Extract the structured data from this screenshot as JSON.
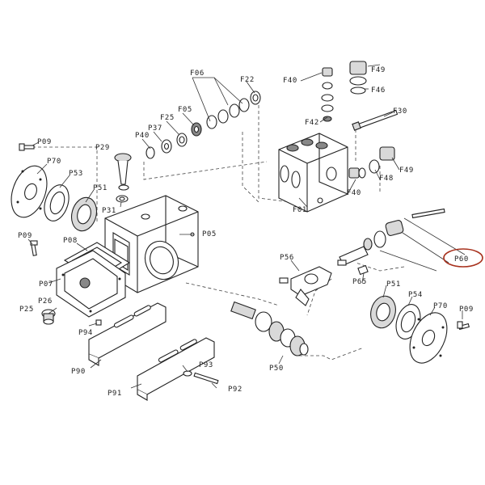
{
  "highlight_color": "#a8321e",
  "labels": {
    "F06": "F06",
    "F22": "F22",
    "F25": "F25",
    "F05": "F05",
    "P37": "P37",
    "P40": "P40",
    "P29": "P29",
    "P09a": "P09",
    "P70a": "P70",
    "P53": "P53",
    "P51a": "P51",
    "P31": "P31",
    "P09b": "P09",
    "P08": "P08",
    "P05": "P05",
    "P07": "P07",
    "P25": "P25",
    "P26": "P26",
    "P94": "P94",
    "P90": "P90",
    "P93": "P93",
    "P91": "P91",
    "P92": "P92",
    "F40a": "F40",
    "F42": "F42",
    "F49a": "F49",
    "F46": "F46",
    "F30": "F30",
    "F48": "F48",
    "F49b": "F49",
    "F40b": "F40",
    "F01": "F01",
    "P56": "P56",
    "P60": "P60",
    "P65": "P65",
    "P51b": "P51",
    "P54": "P54",
    "P70b": "P70",
    "P09c": "P09",
    "P50": "P50"
  }
}
